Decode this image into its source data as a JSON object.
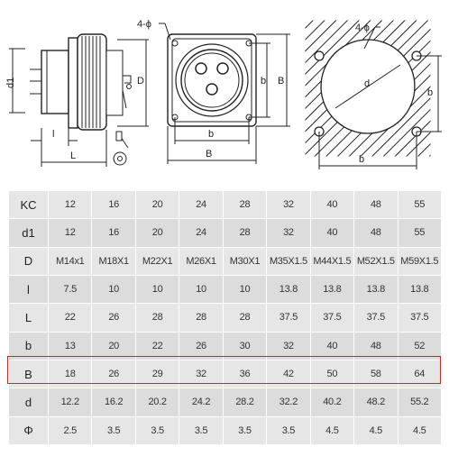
{
  "drawing": {
    "labels": {
      "d1": "d1",
      "D": "D",
      "l": "l",
      "L": "L",
      "hole_front": "4-ϕ",
      "b_front_right": "b",
      "B_front_right": "B",
      "b_front_bottom": "b",
      "B_front_bottom": "B",
      "hole_panel": "4-ϕ",
      "d_panel": "d",
      "b_panel_right": "b",
      "b_panel_bottom": "b"
    }
  },
  "table": {
    "rows": [
      {
        "label": "KC",
        "values": [
          "12",
          "16",
          "20",
          "24",
          "28",
          "32",
          "40",
          "48",
          "55"
        ]
      },
      {
        "label": "d1",
        "values": [
          "12",
          "16",
          "20",
          "24",
          "28",
          "32",
          "40",
          "48",
          "55"
        ]
      },
      {
        "label": "D",
        "values": [
          "M14x1",
          "M18X1",
          "M22X1",
          "M26X1",
          "M30X1",
          "M35X1.5",
          "M44X1.5",
          "M52X1.5",
          "M59X1.5"
        ]
      },
      {
        "label": "l",
        "values": [
          "7.5",
          "10",
          "10",
          "10",
          "10",
          "13.8",
          "13.8",
          "13.8",
          "13.8"
        ]
      },
      {
        "label": "L",
        "values": [
          "22",
          "26",
          "28",
          "28",
          "28",
          "37.5",
          "37.5",
          "37.5",
          "37.5"
        ]
      },
      {
        "label": "b",
        "values": [
          "13",
          "20",
          "22",
          "26",
          "30",
          "32",
          "40",
          "48",
          "52"
        ]
      },
      {
        "label": "B",
        "values": [
          "18",
          "26",
          "29",
          "32",
          "36",
          "42",
          "50",
          "58",
          "64"
        ]
      },
      {
        "label": "d",
        "values": [
          "12.2",
          "16.2",
          "20.2",
          "24.2",
          "28.2",
          "32.2",
          "40.2",
          "48.2",
          "55.2"
        ]
      },
      {
        "label": "Φ",
        "values": [
          "2.5",
          "3.5",
          "3.5",
          "3.5",
          "3.5",
          "3.5",
          "4.5",
          "4.5",
          "4.5"
        ]
      }
    ],
    "highlight_row": "B",
    "highlight_color": "#d0262d"
  }
}
